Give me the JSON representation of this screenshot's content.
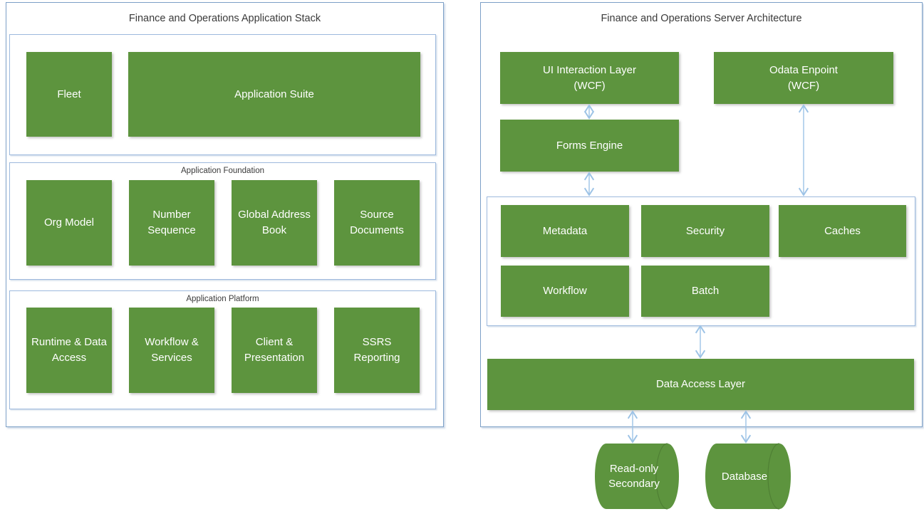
{
  "colors": {
    "box_green": "#5d943e",
    "container_border": "#7da0c7",
    "section_border": "#9db9dd",
    "arrow_blue": "#9dc3e6",
    "title_text": "#3a3a3a",
    "box_text": "#ffffff"
  },
  "left_panel": {
    "title": "Finance and Operations Application Stack",
    "suite_section": {
      "boxes": [
        {
          "label": "Fleet"
        },
        {
          "label": "Application Suite"
        }
      ]
    },
    "foundation_section": {
      "label": "Application Foundation",
      "boxes": [
        {
          "label": "Org Model"
        },
        {
          "label": "Number Sequence"
        },
        {
          "label": "Global Address Book"
        },
        {
          "label": "Source Documents"
        }
      ]
    },
    "platform_section": {
      "label": "Application Platform",
      "boxes": [
        {
          "label": "Runtime & Data Access"
        },
        {
          "label": "Workflow & Services"
        },
        {
          "label": "Client & Presentation"
        },
        {
          "label": "SSRS Reporting"
        }
      ]
    }
  },
  "right_panel": {
    "title": "Finance and Operations Server Architecture",
    "ui_layer": "UI Interaction Layer\n(WCF)",
    "odata_endpoint": "Odata Enpoint\n(WCF)",
    "forms_engine": "Forms Engine",
    "services": [
      {
        "label": "Metadata"
      },
      {
        "label": "Security"
      },
      {
        "label": "Caches"
      },
      {
        "label": "Workflow"
      },
      {
        "label": "Batch"
      }
    ],
    "data_access_layer": "Data Access Layer",
    "databases": [
      {
        "label": "Read-only Secondary"
      },
      {
        "label": "Database"
      }
    ]
  }
}
